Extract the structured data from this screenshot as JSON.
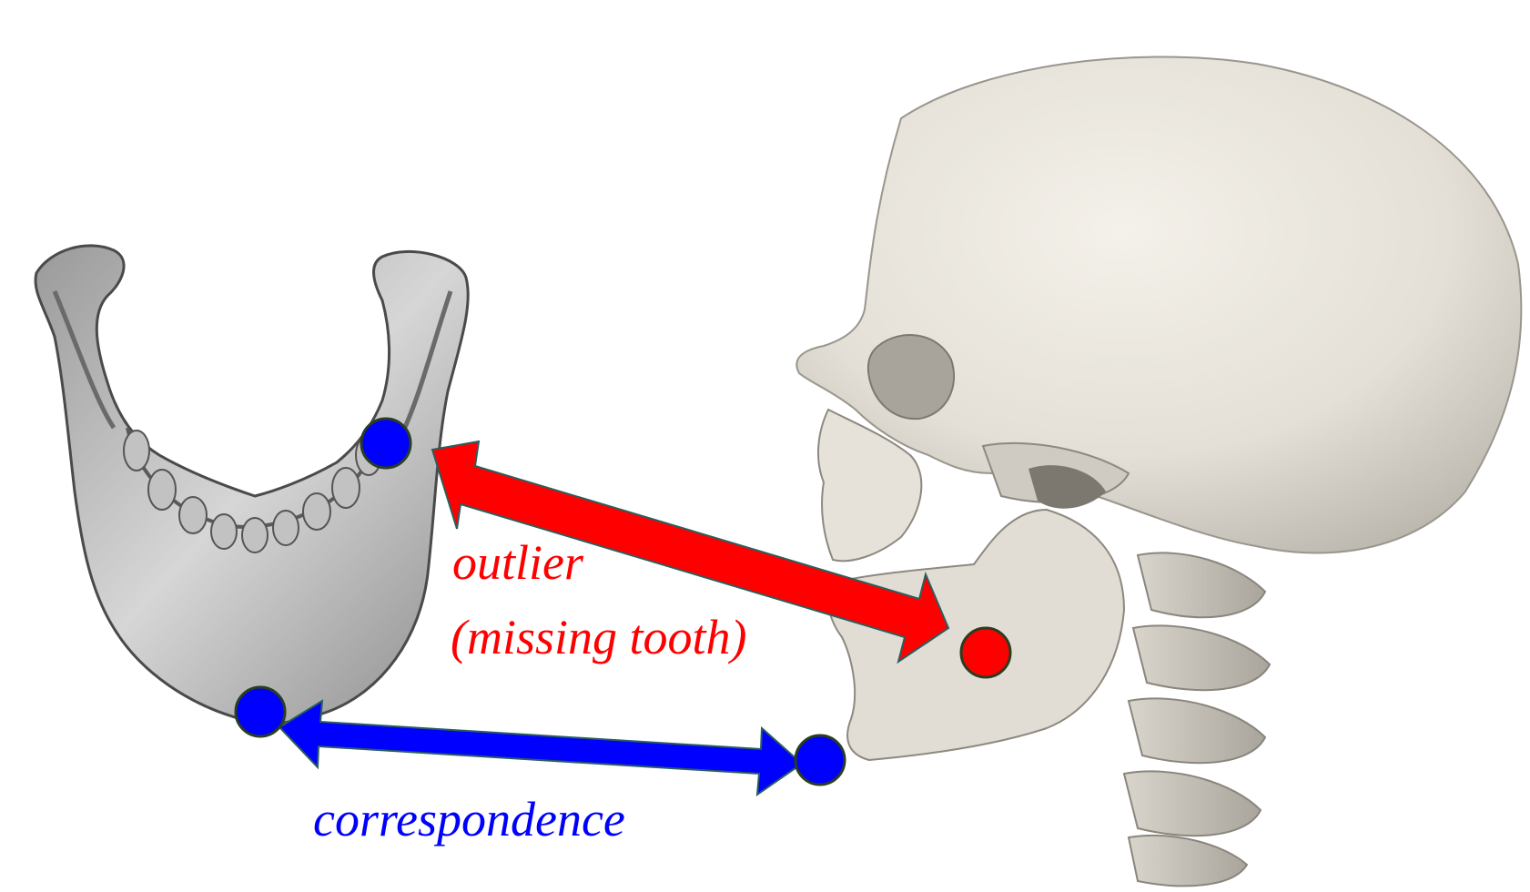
{
  "labels": {
    "outlier_line1": "outlier",
    "outlier_line2": "(missing tooth)",
    "correspondence": "correspondence"
  },
  "colors": {
    "outlier": "#ff0000",
    "correspondence": "#0000ff",
    "bone_skull": "#e8e4dc",
    "bone_mandible": "#bdbdbd",
    "point_outline": "#2a3d1f"
  },
  "objects": {
    "left": "mandible-3d-model",
    "right": "skull-with-cervical-spine-3d-model"
  }
}
